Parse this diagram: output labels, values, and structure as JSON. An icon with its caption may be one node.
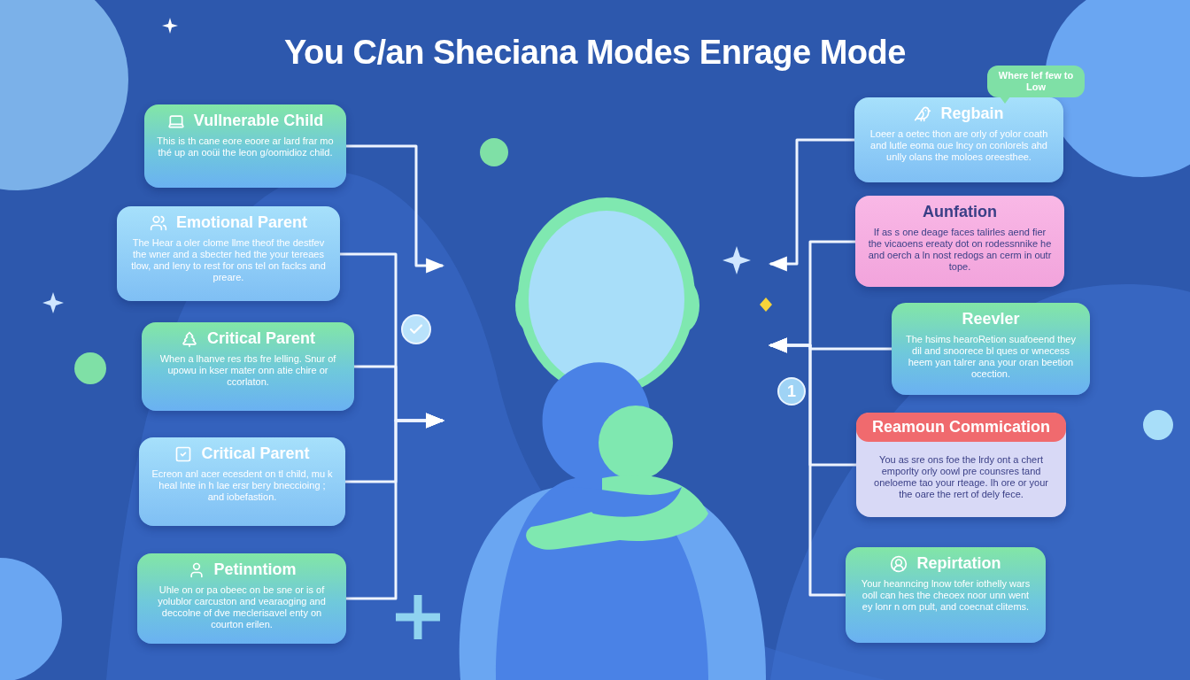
{
  "diagram": {
    "title": "You C/an Sheciana Modes Enrage Mode",
    "nodes": [
      {
        "text": [
          "Vullnerable Child",
          "This is th cane eore eoore ar lard frar mo thé up an ooüi the leon g/oomidioz child."
        ]
      },
      {
        "text": [
          "Emotional Parent",
          "The Hear a oler clome llme theof the destfev the wner and a sbecter hed the your tereaes tlow, and leny to rest for ons tel on faclcs and preare."
        ]
      },
      {
        "text": [
          "Critical Parent",
          "When a lhanve res rbs fre lelling. Snur of upowu in kser mater onn atie chire or ccorlaton."
        ]
      },
      {
        "text": [
          "Critical Parent",
          "Ecreon anl acer ecesdent on tl child, mu k heal lnte in h lae ersr bery bneccioing ; and iobefastion."
        ]
      },
      {
        "text": [
          "Petinntiom",
          "Uhle on or pa obeec on be sne or is of yolublor carcuston and vearaoging and deccolne of dve meclerisavel enty on courton erilen."
        ]
      },
      {
        "text": [
          "Regbain",
          "Loeer a oetec thon are orly of yolor coath and lutle eoma oue lncy on conlorels ahd unlly olans the moloes oreesthee."
        ],
        "beside": [
          "Where lef few to Low"
        ]
      },
      {
        "text": [
          "Aunfation",
          "If as s one deage faces talirles aend fier the vicaoens ereaty dot on rodessnnike he and oerch a ln nost redogs an cerm in outr tope."
        ]
      },
      {
        "text": [
          "Reevler",
          "The hsims hearoRetion suafoeend they dil and snoorece bl ques or wnecess heem yan talrer ana your oran beetion ocection."
        ]
      },
      {
        "text": [
          "Reamoun Commication",
          "You as sre ons foe the lrdy ont a chert emporlty orly oowl pre counsres tand oneloeme tao your rteage. Ih ore or your the oare the rert of dely fece."
        ]
      },
      {
        "text": [
          "Repirtation",
          "Your heanncing lnow tofer iothelly wars ooll can hes the cheoex noor unn went ey lonr n orn pult, and coecnat clitems."
        ]
      },
      {
        "text": [],
        "shape": "person"
      }
    ],
    "edges": [
      {
        "from": 0,
        "to": 10,
        "arrow": "to"
      },
      {
        "from": 1,
        "to": 10,
        "arrow": "to"
      },
      {
        "from": 2,
        "to": 10,
        "arrow": "to"
      },
      {
        "from": 3,
        "to": 10,
        "arrow": "to"
      },
      {
        "from": 4,
        "to": 10,
        "arrow": "to"
      },
      {
        "from": 5,
        "to": 10,
        "arrow": "to"
      },
      {
        "from": 6,
        "to": 10,
        "arrow": "to"
      },
      {
        "from": 7,
        "to": 10,
        "arrow": "to"
      },
      {
        "from": 8,
        "to": 10,
        "arrow": "to"
      },
      {
        "from": 9,
        "to": 10,
        "arrow": "to"
      }
    ],
    "labels": [
      "1"
    ]
  }
}
